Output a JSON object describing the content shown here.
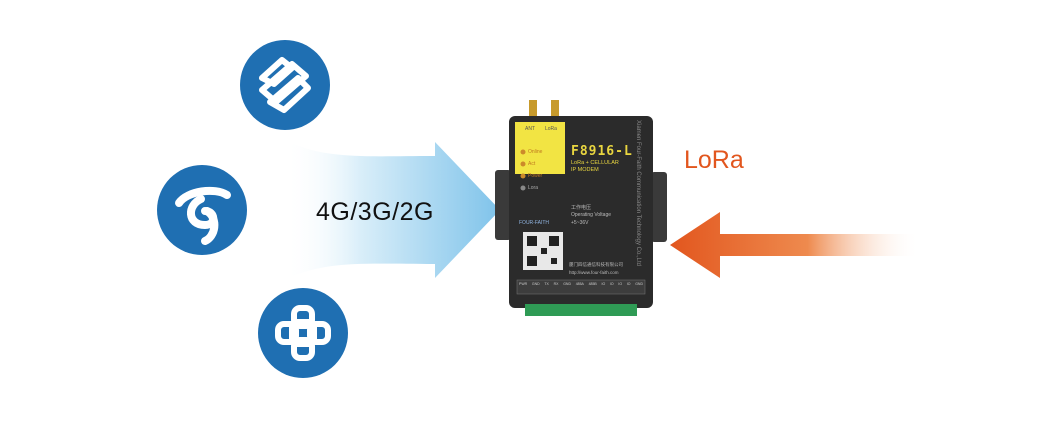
{
  "carriers": [
    {
      "name": "China Mobile",
      "icon": "china-mobile-logo"
    },
    {
      "name": "China Telecom",
      "icon": "china-telecom-logo"
    },
    {
      "name": "China Unicom",
      "icon": "china-unicom-logo"
    }
  ],
  "network_label": "4G/3G/2G",
  "lora_label": "LoRa",
  "device": {
    "model": "F8916-L",
    "subtitle_line1": "LoRa + CELLULAR",
    "subtitle_line2": "IP MODEM",
    "side_text": "Xiamen Four-Faith Communication Technology Co.,Ltd",
    "antenna_labels": [
      "ANT",
      "LoRa"
    ],
    "indicators": [
      "Online",
      "Act",
      "Power",
      "Lora"
    ],
    "brand": "FOUR-FAITH",
    "voltage_cn": "工作电压",
    "voltage_label": "Operating Voltage",
    "voltage_value": "+5~36V",
    "company_cn": "厦门四信通信科技有限公司",
    "url": "http://www.four-faith.com",
    "terminal_labels": [
      "PWR",
      "GND",
      "TX",
      "RX",
      "GND",
      "485A",
      "485B",
      "IO",
      "IO",
      "IO",
      "IO",
      "GND"
    ]
  },
  "colors": {
    "carrier_blue": "#1f6fb2",
    "arrow_blue": "#8fc9ea",
    "lora_orange": "#e2561e",
    "device_body": "#2b2b2b",
    "device_yellow": "#f2e443"
  }
}
